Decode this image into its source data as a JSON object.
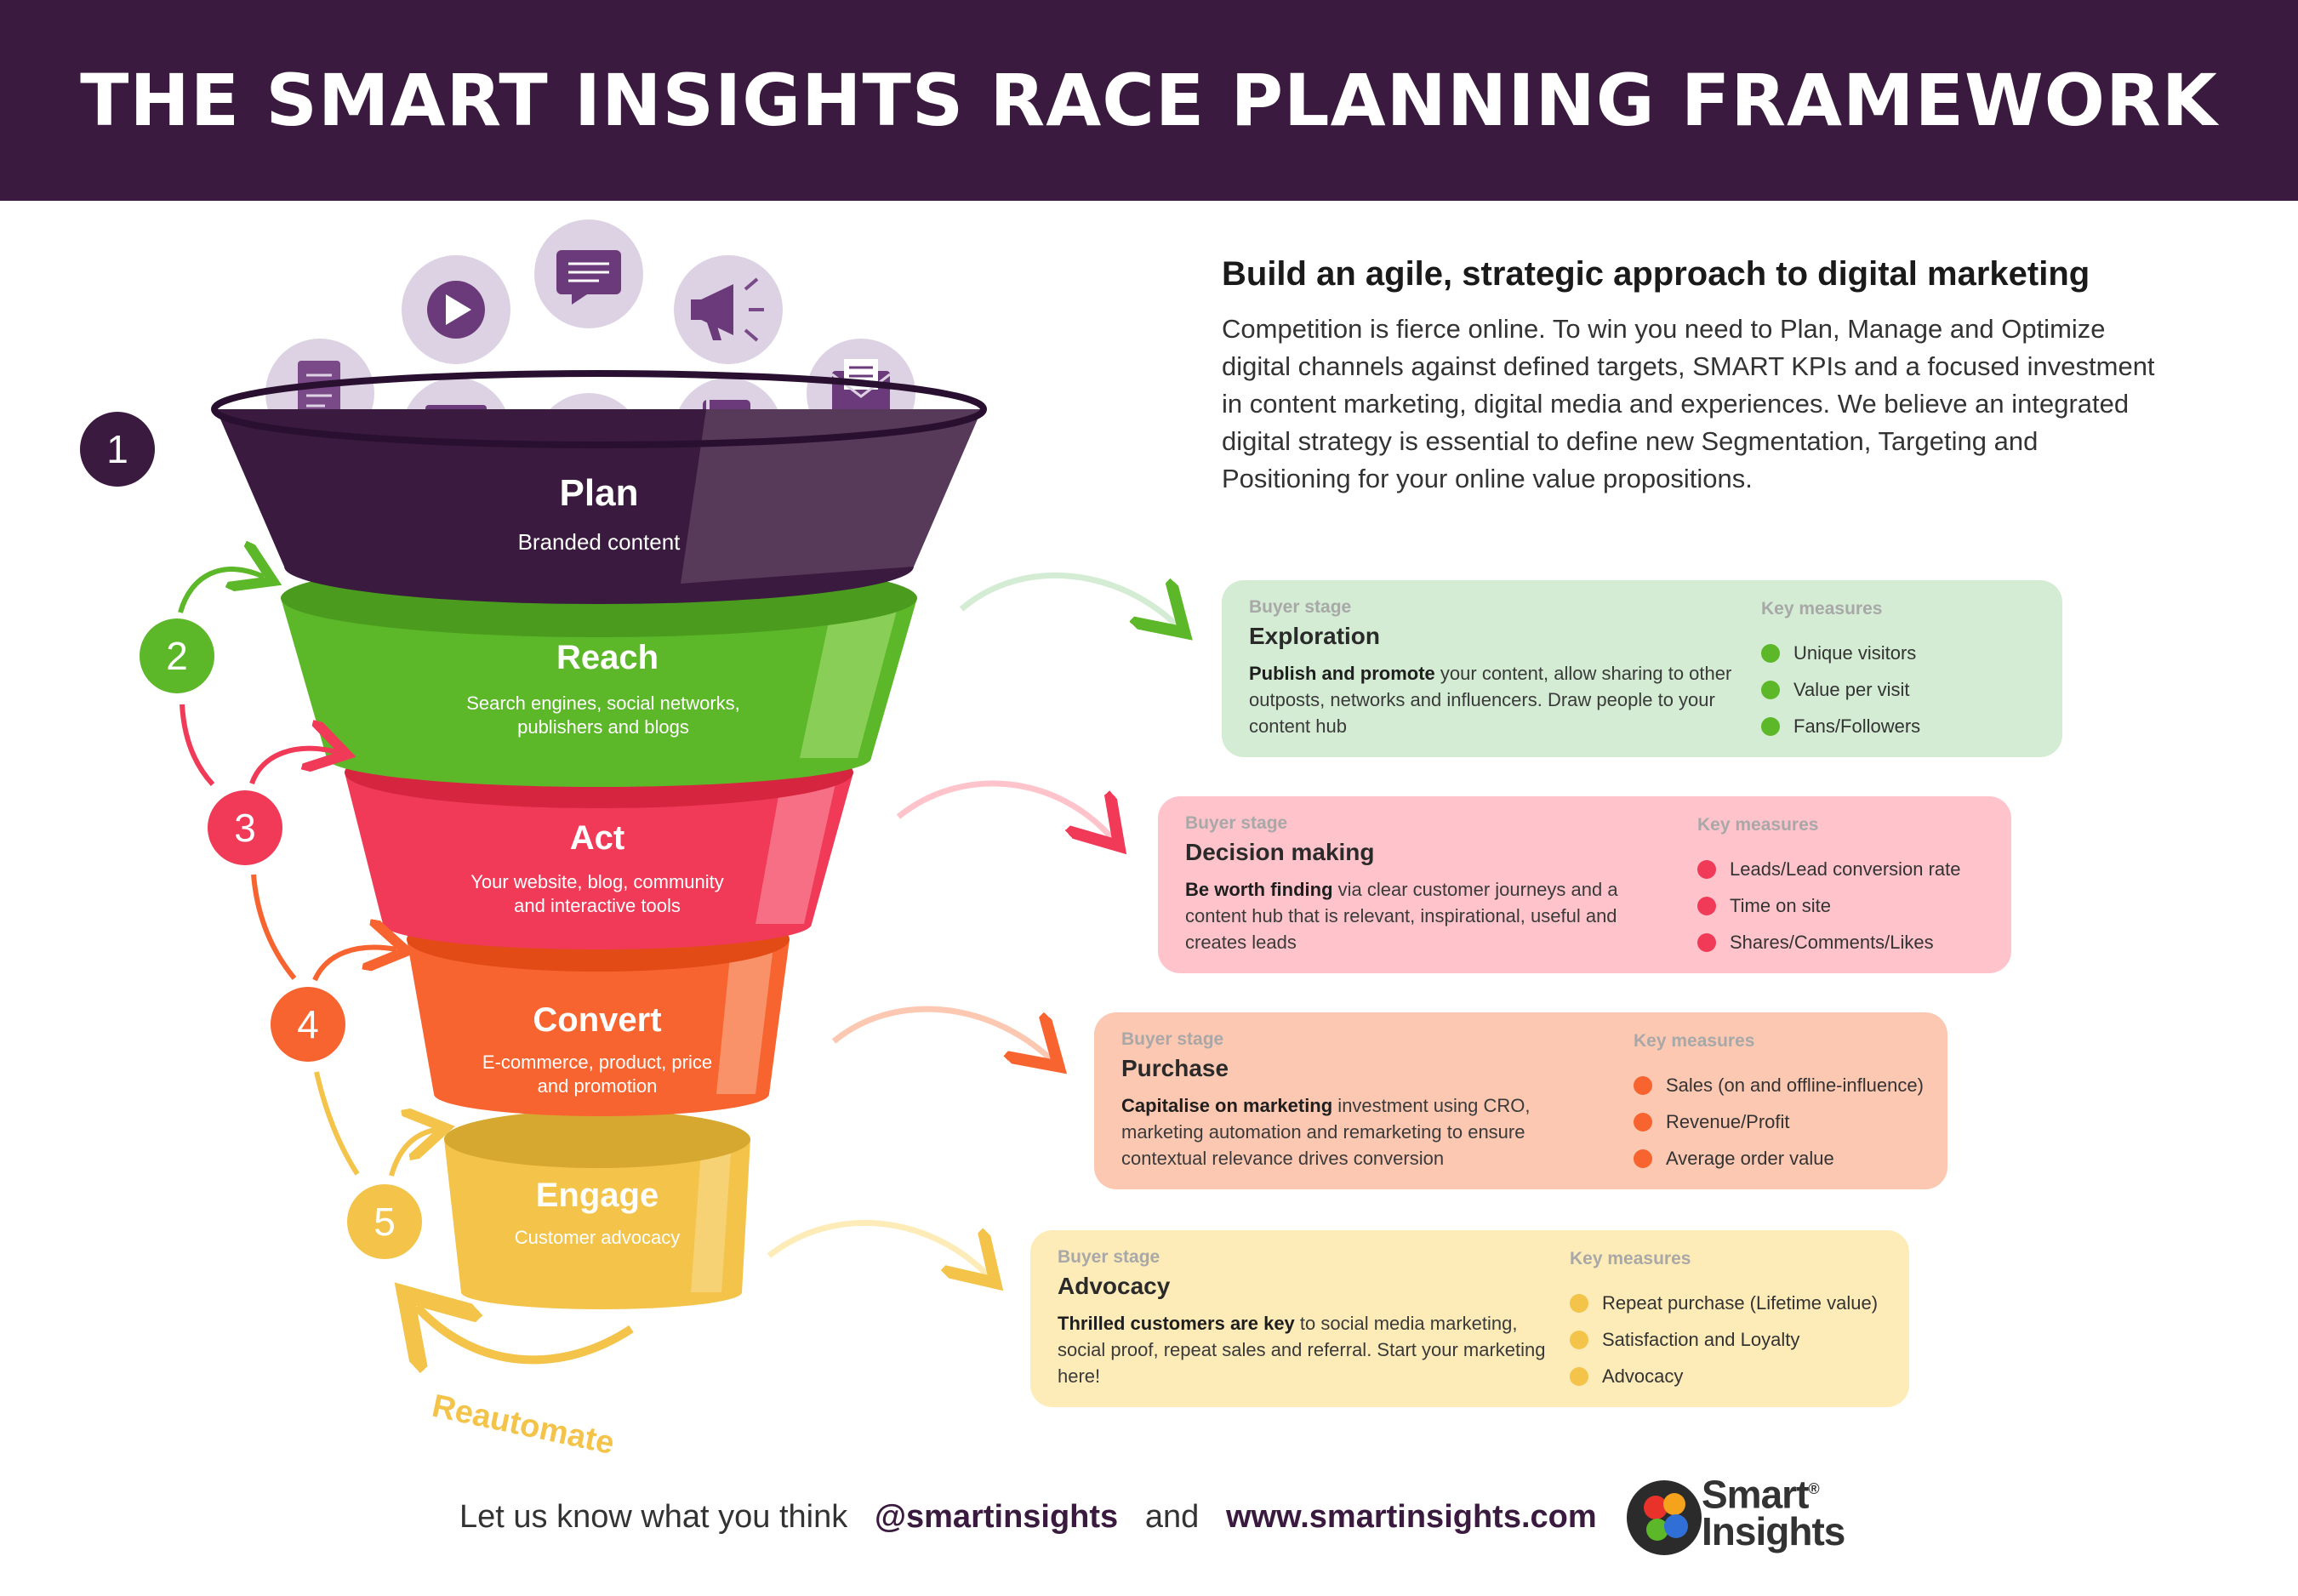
{
  "title": "THE SMART INSIGHTS RACE PLANNING FRAMEWORK",
  "intro": {
    "heading": "Build an agile, strategic approach to digital marketing",
    "body": "Competition is fierce online. To win you need to Plan, Manage and Optimize digital channels against defined targets, SMART KPIs and a focused investment in content marketing, digital media and experiences. We believe an integrated digital strategy is essential to define new Segmentation, Targeting and Positioning for your online value propositions."
  },
  "funnel": [
    {
      "number": "1",
      "name": "Plan",
      "line1": "Branded content",
      "line2": "",
      "color": "#3a1a3e",
      "accent": "#6b4f6e"
    },
    {
      "number": "2",
      "name": "Reach",
      "line1": "Search engines, social networks,",
      "line2": "publishers and blogs",
      "color": "#5cb829",
      "accent": "#8fd15f"
    },
    {
      "number": "3",
      "name": "Act",
      "line1": "Your website, blog, community",
      "line2": "and interactive tools",
      "color": "#f03a57",
      "accent": "#f8798d"
    },
    {
      "number": "4",
      "name": "Convert",
      "line1": "E-commerce, product, price",
      "line2": "and promotion",
      "color": "#f76430",
      "accent": "#fa9a73"
    },
    {
      "number": "5",
      "name": "Engage",
      "line1": "Customer advocacy",
      "line2": "",
      "color": "#f3c34a",
      "accent": "#f7d67e"
    }
  ],
  "icons": [
    "document-icon",
    "video-play-icon",
    "chat-message-icon",
    "megaphone-icon",
    "calendar-icon",
    "star-badge-icon",
    "notebook-icon",
    "email-envelope-icon"
  ],
  "reautomate": "Reautomate",
  "cards": [
    {
      "buyer_label": "Buyer stage",
      "stage": "Exploration",
      "desc_bold": "Publish and promote",
      "desc_rest": " your content, allow sharing to other outposts, networks and influencers. Draw people to your content hub",
      "measures_label": "Key measures",
      "measures": [
        "Unique visitors",
        "Value per visit",
        "Fans/Followers"
      ],
      "bg": "#d3ecd3",
      "dot": "#5cb829"
    },
    {
      "buyer_label": "Buyer stage",
      "stage": "Decision making",
      "desc_bold": "Be worth finding",
      "desc_rest": " via clear customer journeys and a content hub that is relevant, inspirational, useful and creates leads",
      "measures_label": "Key measures",
      "measures": [
        "Leads/Lead conversion rate",
        "Time on site",
        "Shares/Comments/Likes"
      ],
      "bg": "#ffc4cb",
      "dot": "#f03a57"
    },
    {
      "buyer_label": "Buyer stage",
      "stage": "Purchase",
      "desc_bold": "Capitalise on marketing",
      "desc_rest": " investment using CRO, marketing automation and remarketing to ensure contextual relevance drives conversion",
      "measures_label": "Key measures",
      "measures": [
        "Sales (on and offline-influence)",
        "Revenue/Profit",
        "Average order value"
      ],
      "bg": "#fcc8b2",
      "dot": "#f76430"
    },
    {
      "buyer_label": "Buyer stage",
      "stage": "Advocacy",
      "desc_bold": "Thrilled customers are key",
      "desc_rest": " to social media marketing, social proof, repeat sales and referral. Start your marketing here!",
      "measures_label": "Key measures",
      "measures": [
        "Repeat purchase (Lifetime value)",
        "Satisfaction and Loyalty",
        "Advocacy"
      ],
      "bg": "#fdebb8",
      "dot": "#f3c34a"
    }
  ],
  "footer": {
    "lead": "Let us know what you think",
    "handle": "@smartinsights",
    "and": "and",
    "url": "www.smartinsights.com"
  },
  "logo": {
    "line1": "Smart",
    "line2": "Insights",
    "mark": "®"
  }
}
